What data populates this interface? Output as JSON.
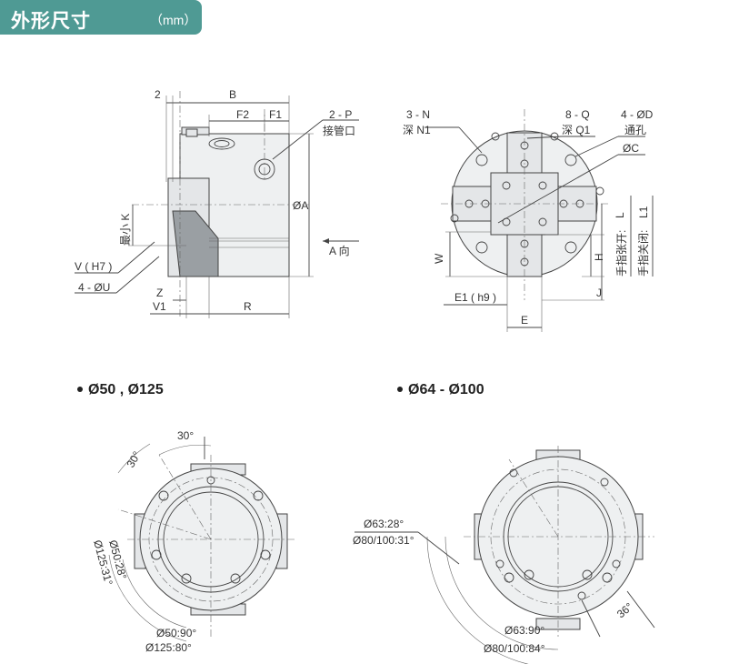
{
  "header": {
    "title": "外形尺寸",
    "unit": "（mm）"
  },
  "side_view": {
    "labels": {
      "two": "2",
      "B": "B",
      "F2": "F2",
      "F1": "F1",
      "two_P": "2 - P",
      "pipe": "接管口",
      "min_K": "最小 K",
      "phiA": "ØA",
      "A_dir": "A 向",
      "V_H7": "V ( H7 )",
      "four_U": "4 - ØU",
      "Z": "Z",
      "V1": "V1",
      "R": "R"
    }
  },
  "front_view": {
    "labels": {
      "three_N": "3 - N",
      "depth_N1": "深 N1",
      "eight_Q": "8 - Q",
      "depth_Q1": "深 Q1",
      "four_D": "4 - ØD",
      "through": "通孔",
      "phiC": "ØC",
      "W": "W",
      "H": "H",
      "L": "L",
      "L1": "L1",
      "open": "手指张开:",
      "close": "手指关闭:",
      "E1": "E1 ( h9 )",
      "J": "J",
      "E": "E"
    }
  },
  "section_left": {
    "title": "Ø50 , Ø125",
    "labels": {
      "a30_top": "30°",
      "a30_left": "30°",
      "d50_28": "Ø50:28°",
      "d125_31": "Ø125:31°",
      "d50_90": "Ø50:90°",
      "d125_80": "Ø125:80°"
    }
  },
  "section_right": {
    "title": "Ø64 - Ø100",
    "labels": {
      "d63_28": "Ø63:28°",
      "d80_31": "Ø80/100:31°",
      "a36": "36°",
      "d63_90": "Ø63:90°",
      "d80_84": "Ø80/100:84°"
    }
  }
}
